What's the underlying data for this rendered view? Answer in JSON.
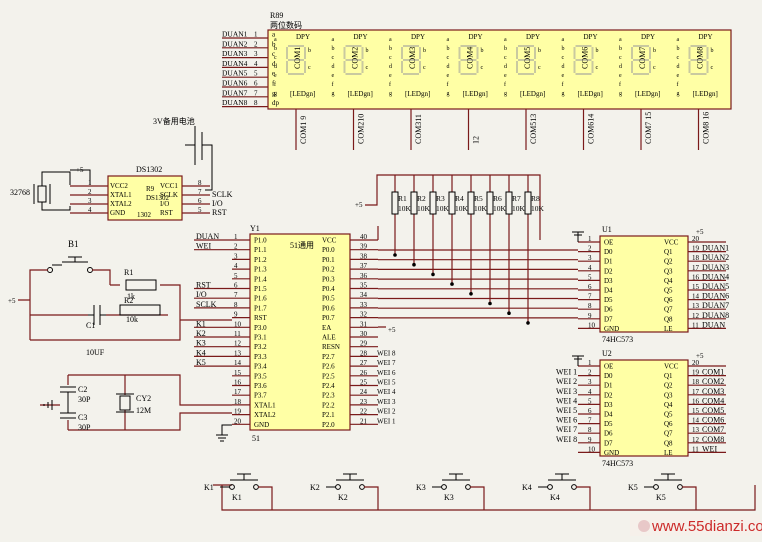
{
  "display": {
    "ref": "R89",
    "title": "两位数码",
    "duan_labels": [
      "DUAN1",
      "DUAN2",
      "DUAN3",
      "DUAN4",
      "DUAN5",
      "DUAN6",
      "DUAN7",
      "DUAN8"
    ],
    "seg_letters": [
      "a",
      "b",
      "c",
      "d",
      "e",
      "f",
      "g",
      "dp"
    ],
    "pin_numbers": [
      "1",
      "2",
      "3",
      "4",
      "5",
      "6",
      "7",
      "8"
    ],
    "digit_type": "DPY",
    "digit_sub": "[LEDgn]",
    "digit_names": [
      "COM1",
      "COM2",
      "COM3",
      "COM4",
      "COM5",
      "COM6",
      "COM7",
      "COM8"
    ],
    "com_labels": [
      "COM1 9",
      "COM210",
      "COM311",
      "12",
      "COM513",
      "COM614",
      "COM7 15",
      "COM8 16"
    ]
  },
  "rtc": {
    "battery_label": "3V备用电池",
    "name": "DS1302",
    "sub": "1302",
    "crystal_label": "32768",
    "left_pins": [
      "VCC2",
      "XTAL1",
      "XTAL2",
      "GND"
    ],
    "left_nums": [
      "1",
      "2",
      "3",
      "4"
    ],
    "right_pins": [
      "VCC1",
      "SCLK",
      "I/O",
      "RST"
    ],
    "right_nums": [
      "8",
      "7",
      "6",
      "5"
    ],
    "overlay": [
      "R9",
      "DS1302"
    ],
    "net_labels": [
      "SCLK",
      "I/O",
      "RST"
    ]
  },
  "power_label": "+5",
  "resistor_array": {
    "refs": [
      "R1",
      "R2",
      "R3",
      "R4",
      "R5",
      "R6",
      "R7",
      "R8"
    ],
    "value": "10K"
  },
  "button_b1": "B1",
  "reset": {
    "r1_ref": "R1",
    "r1_val": "1k",
    "r2_ref": "R2",
    "r2_val": "10k",
    "c1_ref": "C1",
    "c1_val": "10UF"
  },
  "crystal": {
    "c2_ref": "C2",
    "c2_val": "30P",
    "c3_ref": "C3",
    "c3_val": "30P",
    "cy_ref": "CY2",
    "cy_val": "12M"
  },
  "mcu": {
    "ref": "Y1",
    "name": "51通用",
    "part": "51",
    "left_pins": [
      "P1.0",
      "P1.1",
      "P1.2",
      "P1.3",
      "P1.4",
      "P1.5",
      "P1.6",
      "P1.7",
      "RST",
      "P3.0",
      "P3.1",
      "P3.2",
      "P3.3",
      "P3.4",
      "P3.5",
      "P3.6",
      "P3.7",
      "XTAL1",
      "XTAL2",
      "GND"
    ],
    "left_nums": [
      "1",
      "2",
      "3",
      "4",
      "5",
      "6",
      "7",
      "8",
      "9",
      "10",
      "11",
      "12",
      "13",
      "14",
      "15",
      "16",
      "17",
      "18",
      "19",
      "20"
    ],
    "right_pins": [
      "VCC",
      "P0.0",
      "P0.1",
      "P0.2",
      "P0.3",
      "P0.4",
      "P0.5",
      "P0.6",
      "P0.7",
      "EA",
      "ALE",
      "RESN",
      "P2.7",
      "P2.6",
      "P2.5",
      "P2.4",
      "P2.3",
      "P2.2",
      "P2.1",
      "P2.0"
    ],
    "right_nums": [
      "40",
      "39",
      "38",
      "37",
      "36",
      "35",
      "34",
      "33",
      "32",
      "31",
      "30",
      "29",
      "28",
      "27",
      "26",
      "25",
      "24",
      "23",
      "22",
      "21"
    ],
    "left_nets": [
      "DUAN",
      "WEI",
      "",
      "",
      "",
      "RST",
      "I/O",
      "SCLK",
      "",
      "K1",
      "K2",
      "K3",
      "K4",
      "K5"
    ],
    "right_nets": [
      "WEI 8",
      "WEI 7",
      "WEI 6",
      "WEI 5",
      "WEI 4",
      "WEI 3",
      "WEI 2",
      "WEI 1"
    ]
  },
  "latch_u1": {
    "ref": "U1",
    "part": "74HC573",
    "left_pins": [
      "OE",
      "D0",
      "D1",
      "D2",
      "D3",
      "D4",
      "D5",
      "D6",
      "D7",
      "GND"
    ],
    "left_nums": [
      "1",
      "2",
      "3",
      "4",
      "5",
      "6",
      "7",
      "8",
      "9",
      "10"
    ],
    "right_pins": [
      "VCC",
      "Q1",
      "Q2",
      "Q3",
      "Q4",
      "Q5",
      "Q6",
      "Q7",
      "Q8",
      "LE"
    ],
    "right_nums": [
      "20",
      "19",
      "18",
      "17",
      "16",
      "15",
      "14",
      "13",
      "12",
      "11"
    ],
    "right_nets": [
      "DUAN1",
      "DUAN2",
      "DUAN3",
      "DUAN4",
      "DUAN5",
      "DUAN6",
      "DUAN7",
      "DUAN8",
      "DUAN"
    ]
  },
  "latch_u2": {
    "ref": "U2",
    "part": "74HC573",
    "left_pins": [
      "OE",
      "D0",
      "D1",
      "D2",
      "D3",
      "D4",
      "D5",
      "D6",
      "D7",
      "GND"
    ],
    "left_nums": [
      "1",
      "2",
      "3",
      "4",
      "5",
      "6",
      "7",
      "8",
      "9",
      "10"
    ],
    "left_nets": [
      "WEI 1",
      "WEI 2",
      "WEI 3",
      "WEI 4",
      "WEI 5",
      "WEI 6",
      "WEI 7",
      "WEI 8"
    ],
    "right_pins": [
      "VCC",
      "Q1",
      "Q2",
      "Q3",
      "Q4",
      "Q5",
      "Q6",
      "Q7",
      "Q8",
      "LE"
    ],
    "right_nums": [
      "20",
      "19",
      "18",
      "17",
      "16",
      "15",
      "14",
      "13",
      "12",
      "11"
    ],
    "right_nets": [
      "COM1",
      "COM2",
      "COM3",
      "COM4",
      "COM5",
      "COM6",
      "COM7",
      "COM8",
      "WEI"
    ]
  },
  "keys": [
    "K1",
    "K2",
    "K3",
    "K4",
    "K5"
  ],
  "keys_lower": [
    "K1",
    "K2",
    "K3",
    "K4",
    "K5"
  ],
  "watermark": "www.55dianzi.com"
}
